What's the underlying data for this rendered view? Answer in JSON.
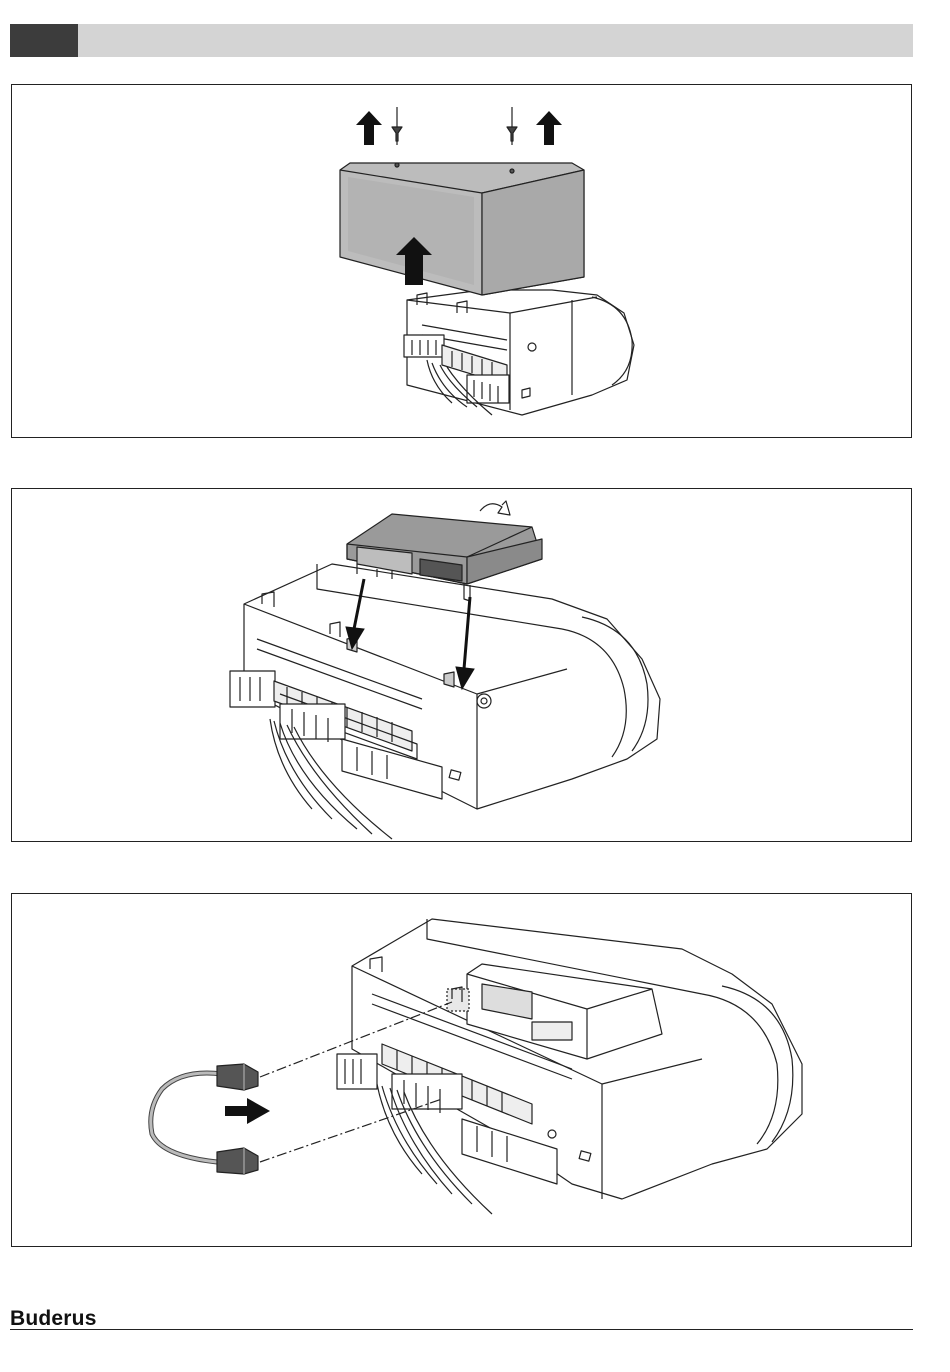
{
  "header": {
    "accent_color": "#3c3c3c",
    "bar_color": "#d4d4d4"
  },
  "figures": [
    {
      "id": "fig1",
      "description": "cover-removal"
    },
    {
      "id": "fig2",
      "description": "module-insertion"
    },
    {
      "id": "fig3",
      "description": "cable-connection"
    }
  ],
  "footer": {
    "brand": "Buderus"
  }
}
